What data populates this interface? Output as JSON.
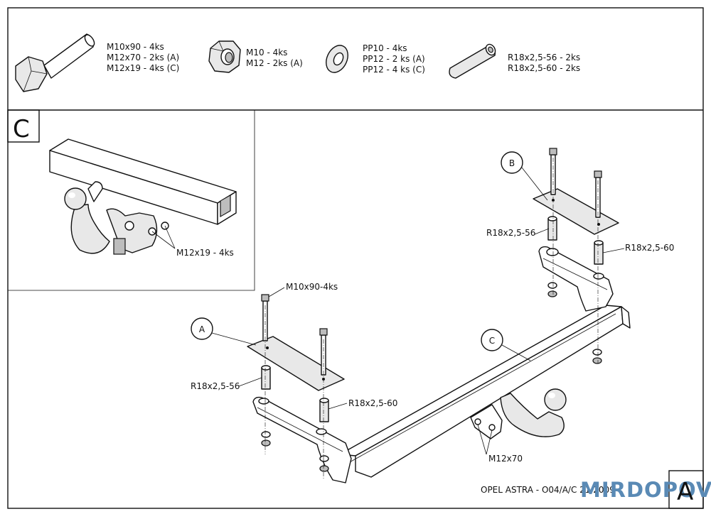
{
  "parts": {
    "bolts": [
      "M10x90 - 4ks",
      "M12x70 - 2ks (A)",
      "M12x19 - 4ks (C)"
    ],
    "nuts": [
      "M10 - 4ks",
      "M12 - 2ks (A)"
    ],
    "washers": [
      "PP10 - 4ks",
      "PP12 - 2 ks (A)",
      "PP12 - 4 ks (C)"
    ],
    "spacers": [
      "R18x2,5-56 - 2ks",
      "R18x2,5-60 - 2ks"
    ]
  },
  "detail": {
    "letter": "C",
    "callout": "M12x19 - 4ks"
  },
  "main": {
    "marker_b": "B",
    "marker_a": "A",
    "marker_c": "C",
    "label_r56_top": "R18x2,5-56",
    "label_r60_top": "R18x2,5-60",
    "label_m10x90": "M10x90-4ks",
    "label_r56_left": "R18x2,5-56",
    "label_r60_left": "R18x2,5-60",
    "label_m12x70": "M12x70"
  },
  "footer": {
    "code": "OPEL ASTRA - O04/A/C 21.2009",
    "sheet": "A",
    "watermark": "MIRDOPOV.RU"
  }
}
